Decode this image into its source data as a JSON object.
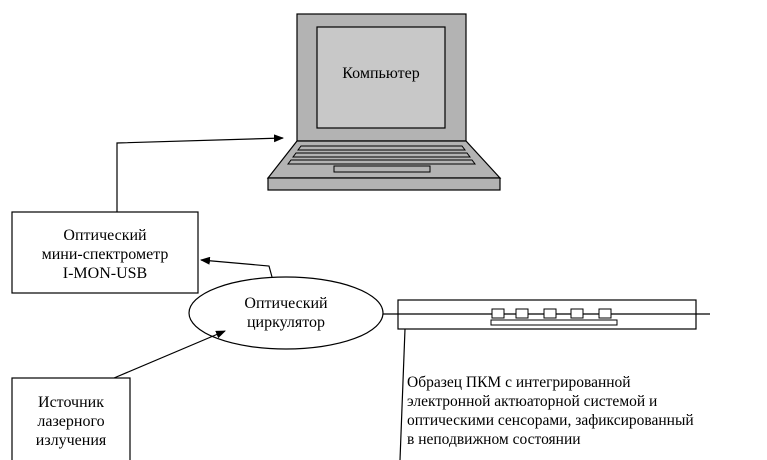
{
  "computer": {
    "label": "Компьютер"
  },
  "spectrometer": {
    "lines": [
      "Оптический",
      "мини-спектрометр",
      "I-MON-USB"
    ]
  },
  "circulator": {
    "lines": [
      "Оптический",
      "циркулятор"
    ]
  },
  "laser_source": {
    "lines": [
      "Источник",
      "лазерного",
      "излучения"
    ]
  },
  "sample": {
    "lines": [
      "Образец ПКМ с интегрированной",
      "электронной актюаторной системой и",
      "оптическими сенсорами, зафиксированный",
      "в неподвижном состоянии"
    ]
  },
  "colors": {
    "laptop_fill": "#b3b3b3",
    "screen_fill": "#c8c8c8",
    "stroke": "#000000",
    "background": "#ffffff"
  }
}
